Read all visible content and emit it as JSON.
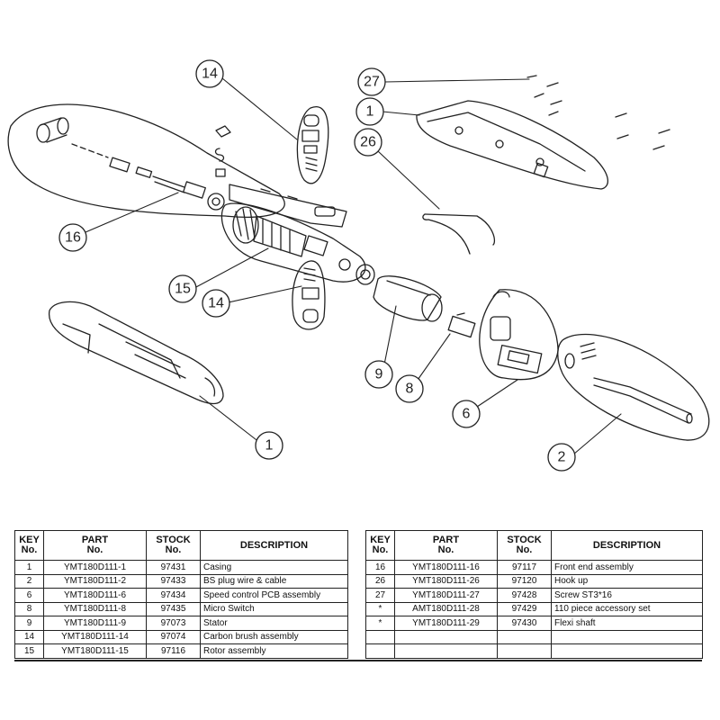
{
  "callouts": [
    "14",
    "27",
    "1",
    "26",
    "16",
    "15",
    "14",
    "9",
    "8",
    "6",
    "2",
    "1"
  ],
  "table": {
    "headers": {
      "key": [
        "KEY",
        "No."
      ],
      "part": [
        "PART",
        "No."
      ],
      "stock": [
        "STOCK",
        "No."
      ],
      "description": "DESCRIPTION"
    },
    "left_rows": [
      {
        "key": "1",
        "part": "YMT180D111-1",
        "stock": "97431",
        "description": "Casing"
      },
      {
        "key": "2",
        "part": "YMT180D111-2",
        "stock": "97433",
        "description": "BS plug wire & cable"
      },
      {
        "key": "6",
        "part": "YMT180D111-6",
        "stock": "97434",
        "description": "Speed control PCB assembly"
      },
      {
        "key": "8",
        "part": "YMT180D111-8",
        "stock": "97435",
        "description": "Micro Switch"
      },
      {
        "key": "9",
        "part": "YMT180D111-9",
        "stock": "97073",
        "description": "Stator"
      },
      {
        "key": "14",
        "part": "YMT180D111-14",
        "stock": "97074",
        "description": "Carbon brush assembly"
      },
      {
        "key": "15",
        "part": "YMT180D111-15",
        "stock": "97116",
        "description": "Rotor assembly"
      }
    ],
    "right_rows": [
      {
        "key": "16",
        "part": "YMT180D111-16",
        "stock": "97117",
        "description": "Front end assembly"
      },
      {
        "key": "26",
        "part": "YMT180D111-26",
        "stock": "97120",
        "description": "Hook up"
      },
      {
        "key": "27",
        "part": "YMT180D111-27",
        "stock": "97428",
        "description": "Screw ST3*16"
      },
      {
        "key": "*",
        "part": "AMT180D111-28",
        "stock": "97429",
        "description": "110 piece accessory set"
      },
      {
        "key": "*",
        "part": "YMT180D111-29",
        "stock": "97430",
        "description": "Flexi shaft"
      },
      {
        "key": "",
        "part": "",
        "stock": "",
        "description": ""
      },
      {
        "key": "",
        "part": "",
        "stock": "",
        "description": ""
      }
    ]
  }
}
